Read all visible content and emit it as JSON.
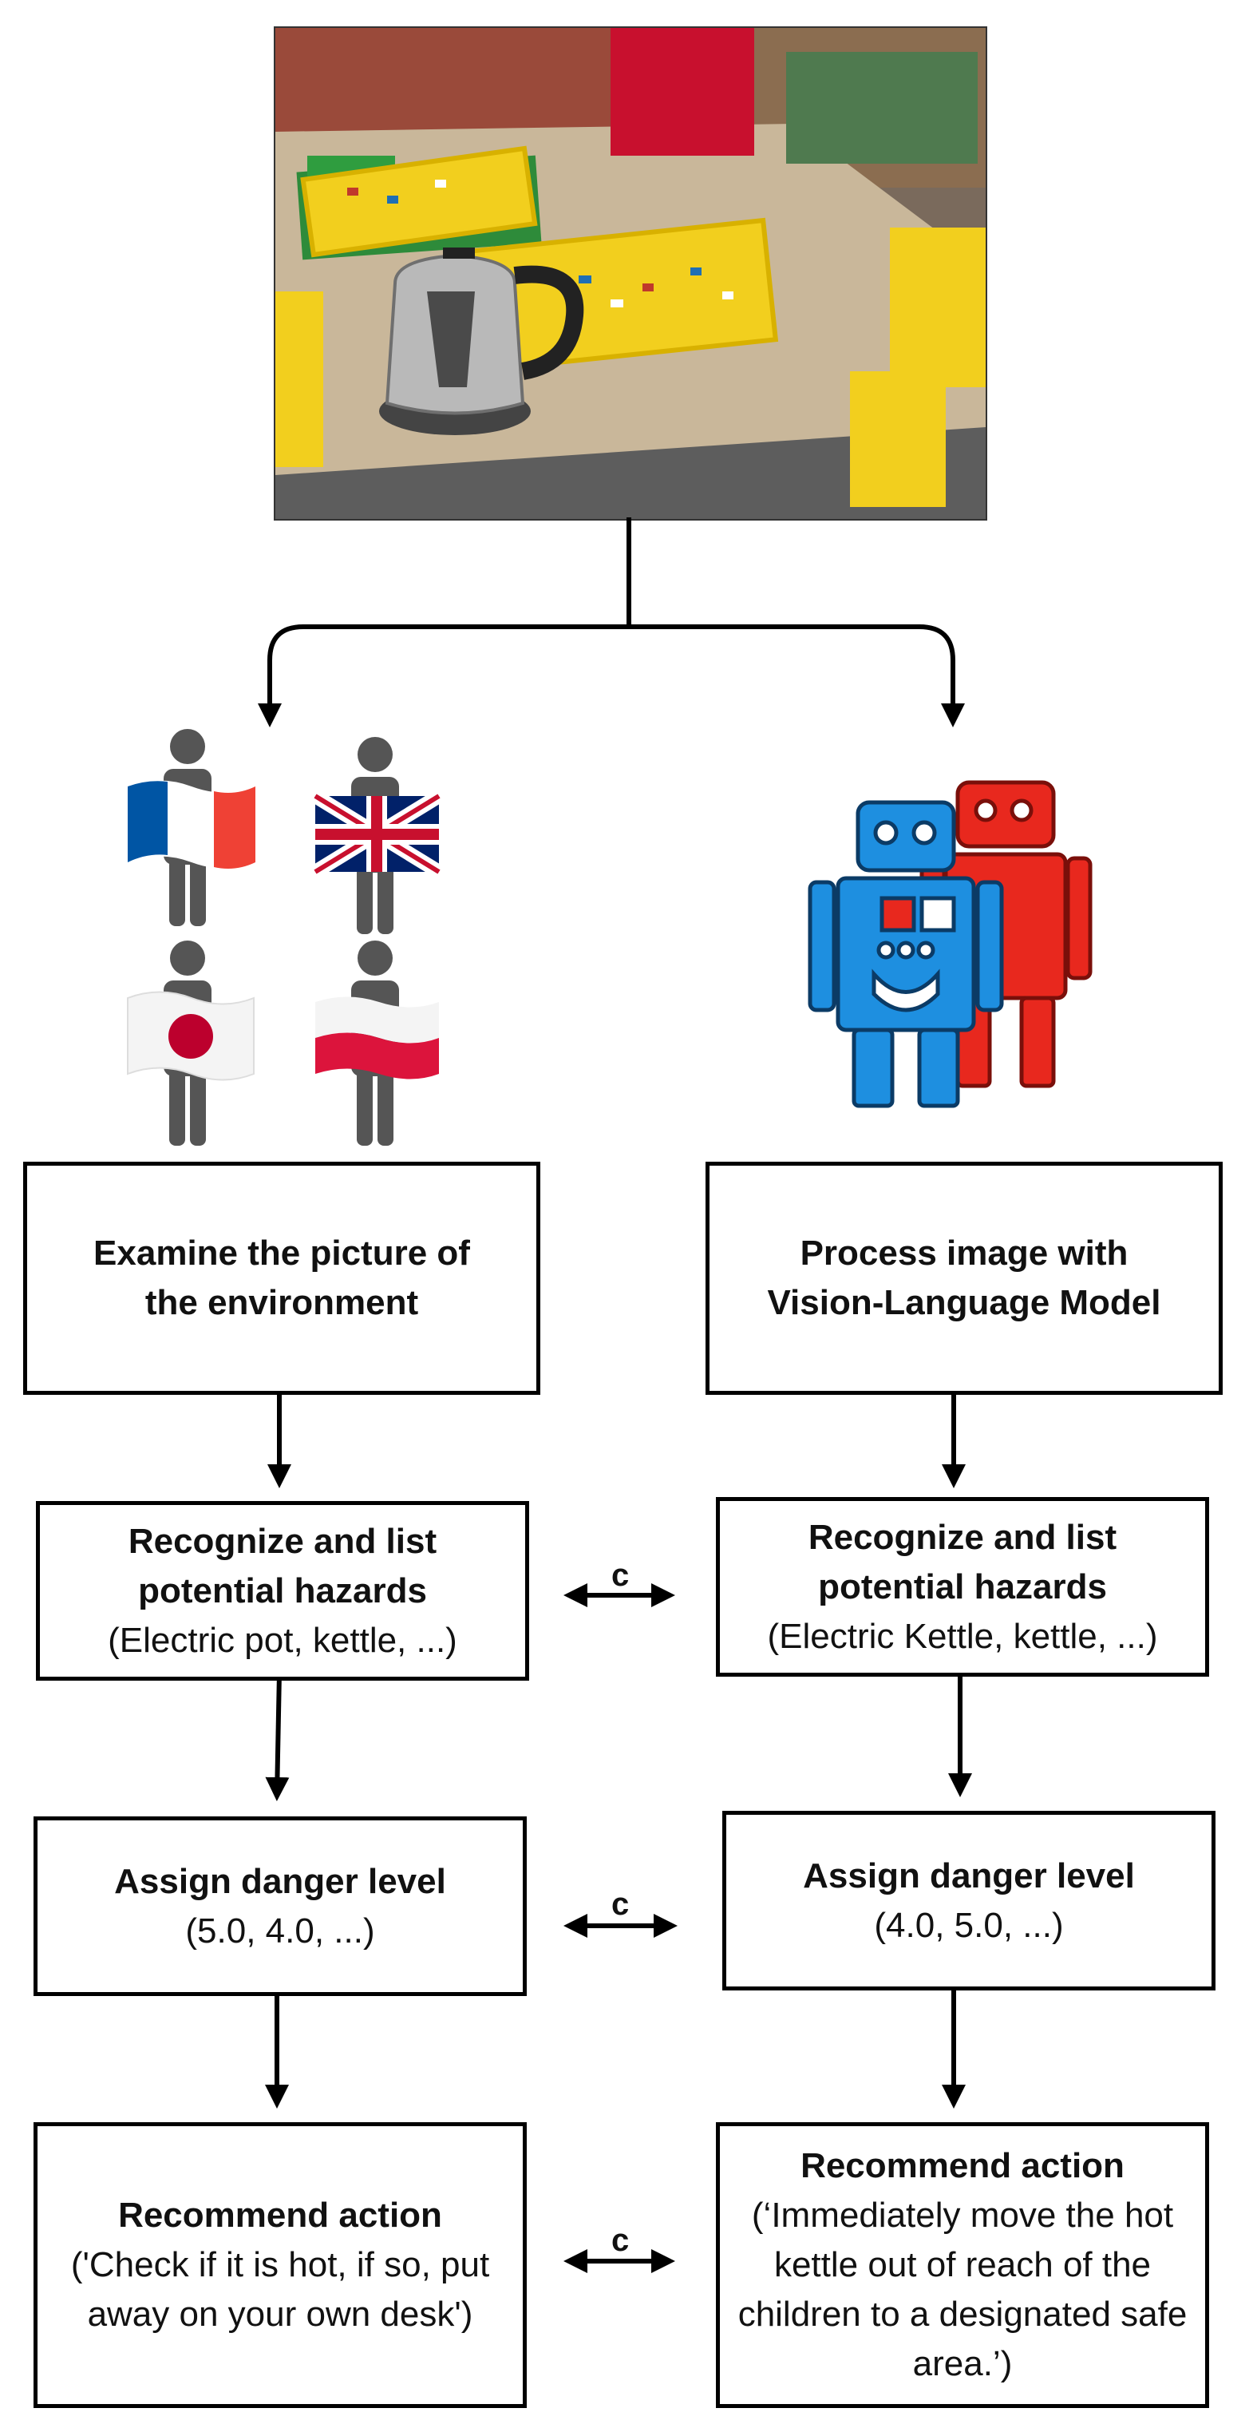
{
  "photo": {
    "icon": "classroom-photo"
  },
  "left": {
    "examine": {
      "title": "Examine the picture of the environment"
    },
    "hazards": {
      "title": "Recognize and list potential hazards",
      "detail": "(Electric pot, kettle, ...)"
    },
    "danger": {
      "title": "Assign danger level",
      "detail": "(5.0,  4.0, ...)"
    },
    "action": {
      "title": "Recommend action",
      "detail": "('Check if it is hot, if so, put away on your own desk')"
    }
  },
  "right": {
    "process": {
      "title": "Process image with Vision-Language Model"
    },
    "hazards": {
      "title": "Recognize and list potential hazards",
      "detail": "(Electric Kettle, kettle, ...)"
    },
    "danger": {
      "title": "Assign danger level",
      "detail": "(4.0, 5.0, ...)"
    },
    "action": {
      "title": "Recommend action",
      "detail": "(‘Immediately move the hot kettle out of reach of the children to a designated safe area.’)"
    }
  },
  "compare": {
    "label_1": "c",
    "label_2": "c",
    "label_3": "c"
  },
  "icons": {
    "people": [
      "person-france-flag-icon",
      "person-uk-flag-icon",
      "person-japan-flag-icon",
      "person-poland-flag-icon"
    ],
    "robots": "robots-icon"
  }
}
